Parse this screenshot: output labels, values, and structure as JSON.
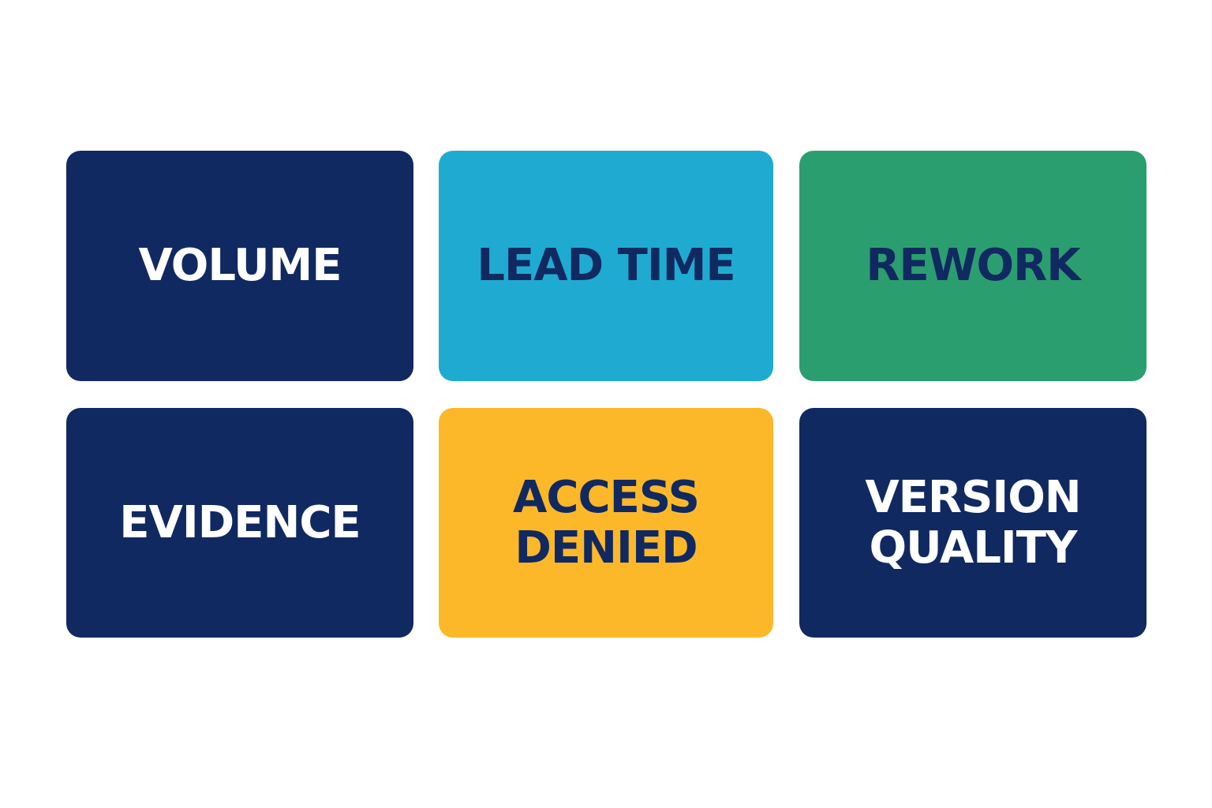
{
  "tiles": [
    {
      "label": "VOLUME",
      "background": "#112961",
      "text_color": "#ffffff"
    },
    {
      "label": "LEAD TIME",
      "background": "#1fabd1",
      "text_color": "#112961"
    },
    {
      "label": "REWORK",
      "background": "#2b9e6f",
      "text_color": "#112961"
    },
    {
      "label": "EVIDENCE",
      "background": "#112961",
      "text_color": "#ffffff"
    },
    {
      "label": "ACCESS\nDENIED",
      "background": "#fdb829",
      "text_color": "#112961"
    },
    {
      "label": "VERSION\nQUALITY",
      "background": "#112961",
      "text_color": "#ffffff"
    }
  ]
}
